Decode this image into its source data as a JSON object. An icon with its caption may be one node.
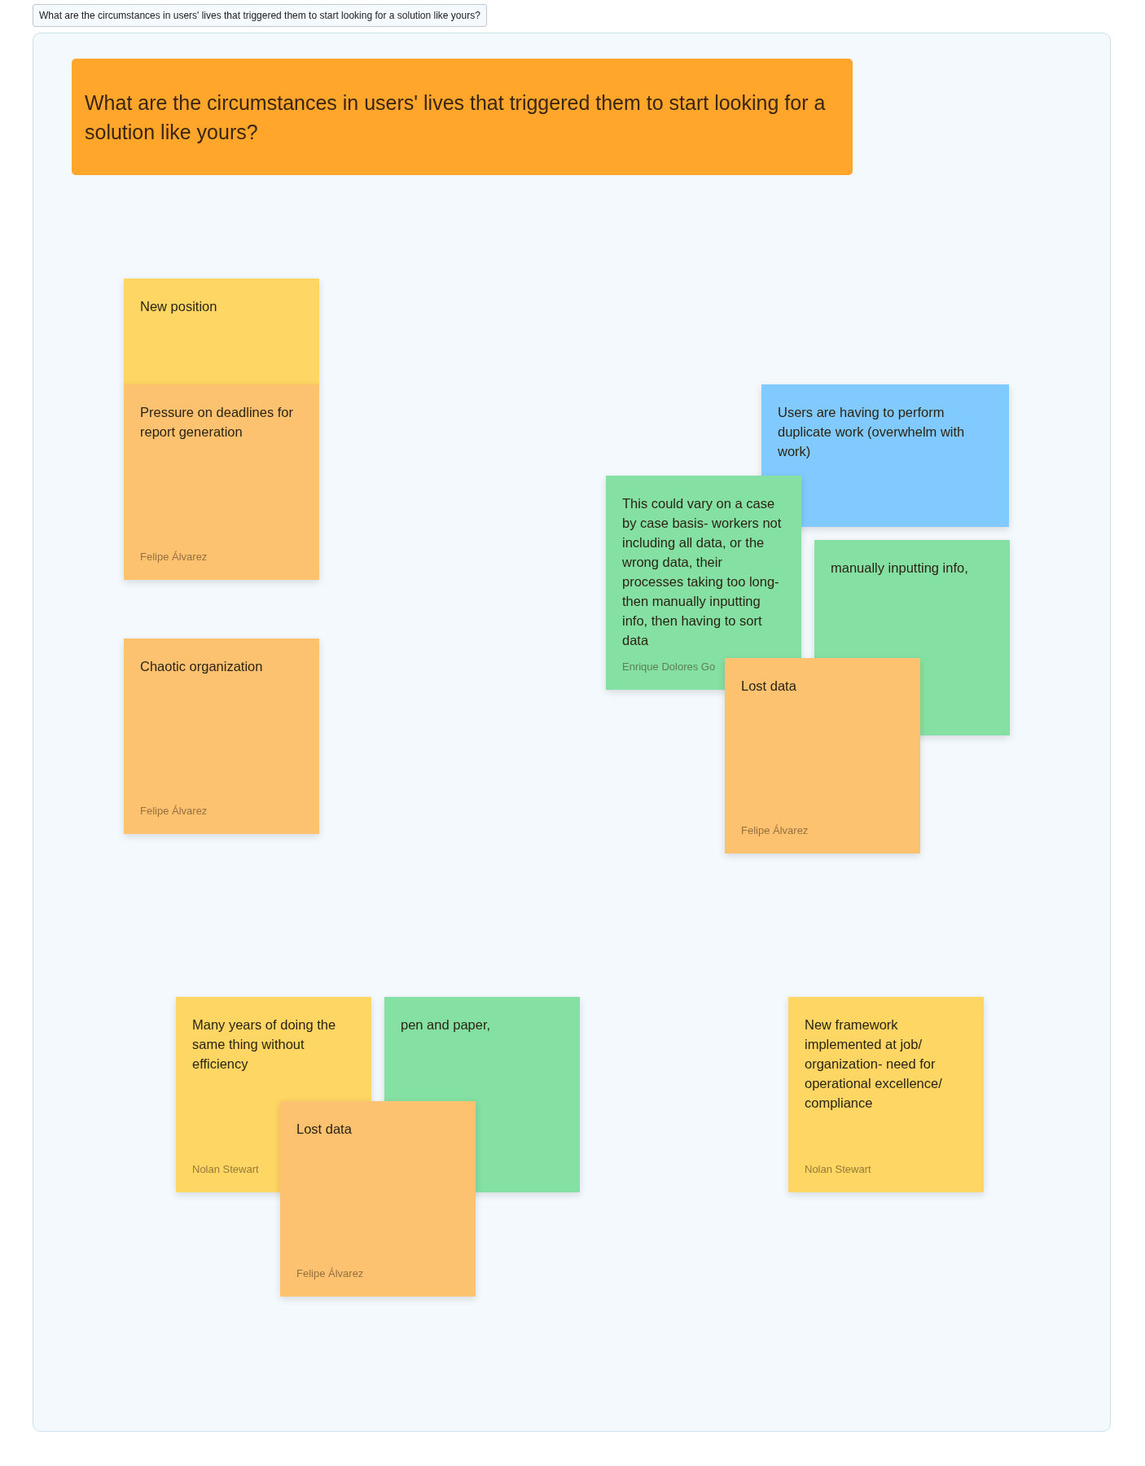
{
  "diagram": {
    "nodes": [
      {
        "text": [
          "What are the circumstances in users' lives that triggered them to start looking for a solution like yours?"
        ]
      },
      {
        "text": [],
        "shape": "box"
      },
      {
        "text": [
          "What are the circumstances in users' lives that triggered them to start looking for a solution like yours?"
        ],
        "in": 1
      },
      {
        "text": [
          "New position"
        ],
        "in": 1
      },
      {
        "text": [
          "Pressure on deadlines for report generation",
          "Felipe Álvarez"
        ],
        "in": 1
      },
      {
        "text": [
          "Users are having to perform duplicate work (overwhelm with work)"
        ],
        "in": 1
      },
      {
        "text": [
          "This could vary on a case by case basis- workers not including all data, or the wrong data, their processes taking too long- then manually inputting info, then having to sort data",
          "Enrique Dolores Go"
        ],
        "in": 1
      },
      {
        "text": [
          "manually inputting info,"
        ],
        "in": 1
      },
      {
        "text": [
          "Chaotic organization",
          "Felipe Álvarez"
        ],
        "in": 1
      },
      {
        "text": [
          "Lost data",
          "Felipe Álvarez"
        ],
        "in": 1
      },
      {
        "text": [
          "Many years of doing the same thing without efficiency",
          "Nolan Stewart"
        ],
        "in": 1
      },
      {
        "text": [
          "pen and paper,"
        ],
        "in": 1
      },
      {
        "text": [
          "New framework implemented at job/ organization- need for operational excellence/ compliance",
          "Nolan Stewart"
        ],
        "in": 1
      },
      {
        "text": [
          "Lost data",
          "Felipe Álvarez"
        ],
        "in": 1
      }
    ]
  }
}
